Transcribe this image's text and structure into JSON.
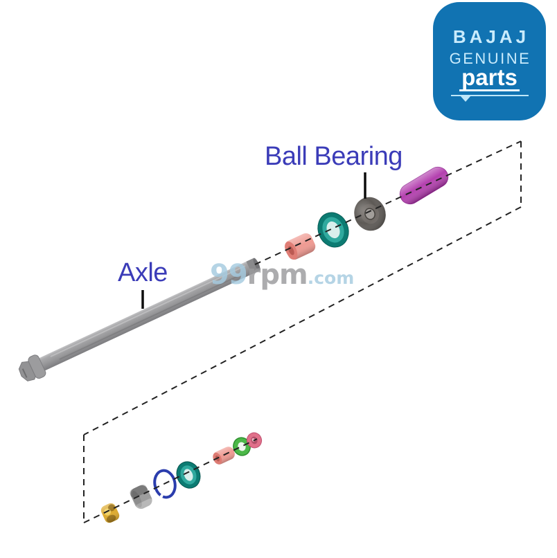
{
  "logo": {
    "brand": "BAJAJ",
    "subtitle": "GENUINE",
    "product": "parts",
    "bg_color": "#1173b2",
    "text_color": "#c9ebfc"
  },
  "labels": {
    "ball_bearing": "Ball Bearing",
    "axle": "Axle",
    "color": "#3b3cb8"
  },
  "watermark": {
    "prefix": "99",
    "mid": "rpm",
    "suffix": ".com",
    "blue_color": "#a5cbe0",
    "gray_color": "#9a9b9d"
  },
  "diagram": {
    "dash_color": "#222222",
    "pointer_color": "#0d0d0d",
    "parts": {
      "axle": {
        "name": "axle",
        "color": "#9c9c9e"
      },
      "spacer_front": {
        "name": "spacer-bush",
        "color": "#ef9a92"
      },
      "oil_seal": {
        "name": "oil-seal",
        "color": "#0c7b72"
      },
      "ball_bearing": {
        "name": "ball-bearing",
        "color": "#5d5955"
      },
      "sleeve": {
        "name": "spacer-sleeve",
        "color": "#b33fae"
      },
      "nut": {
        "name": "axle-nut",
        "color": "#ddaa2e"
      },
      "bush_small": {
        "name": "hub-bush",
        "color": "#9d9d9d"
      },
      "circlip": {
        "name": "circlip",
        "color": "#2b3dad"
      },
      "oil_seal_small": {
        "name": "oil-seal-small",
        "color": "#0c7b72"
      },
      "spacer_small": {
        "name": "hub-spacer",
        "color": "#ef9a92"
      },
      "washer_green": {
        "name": "washer-green",
        "color": "#4cb848"
      },
      "washer_pink": {
        "name": "washer-pink",
        "color": "#e0708a"
      }
    }
  }
}
